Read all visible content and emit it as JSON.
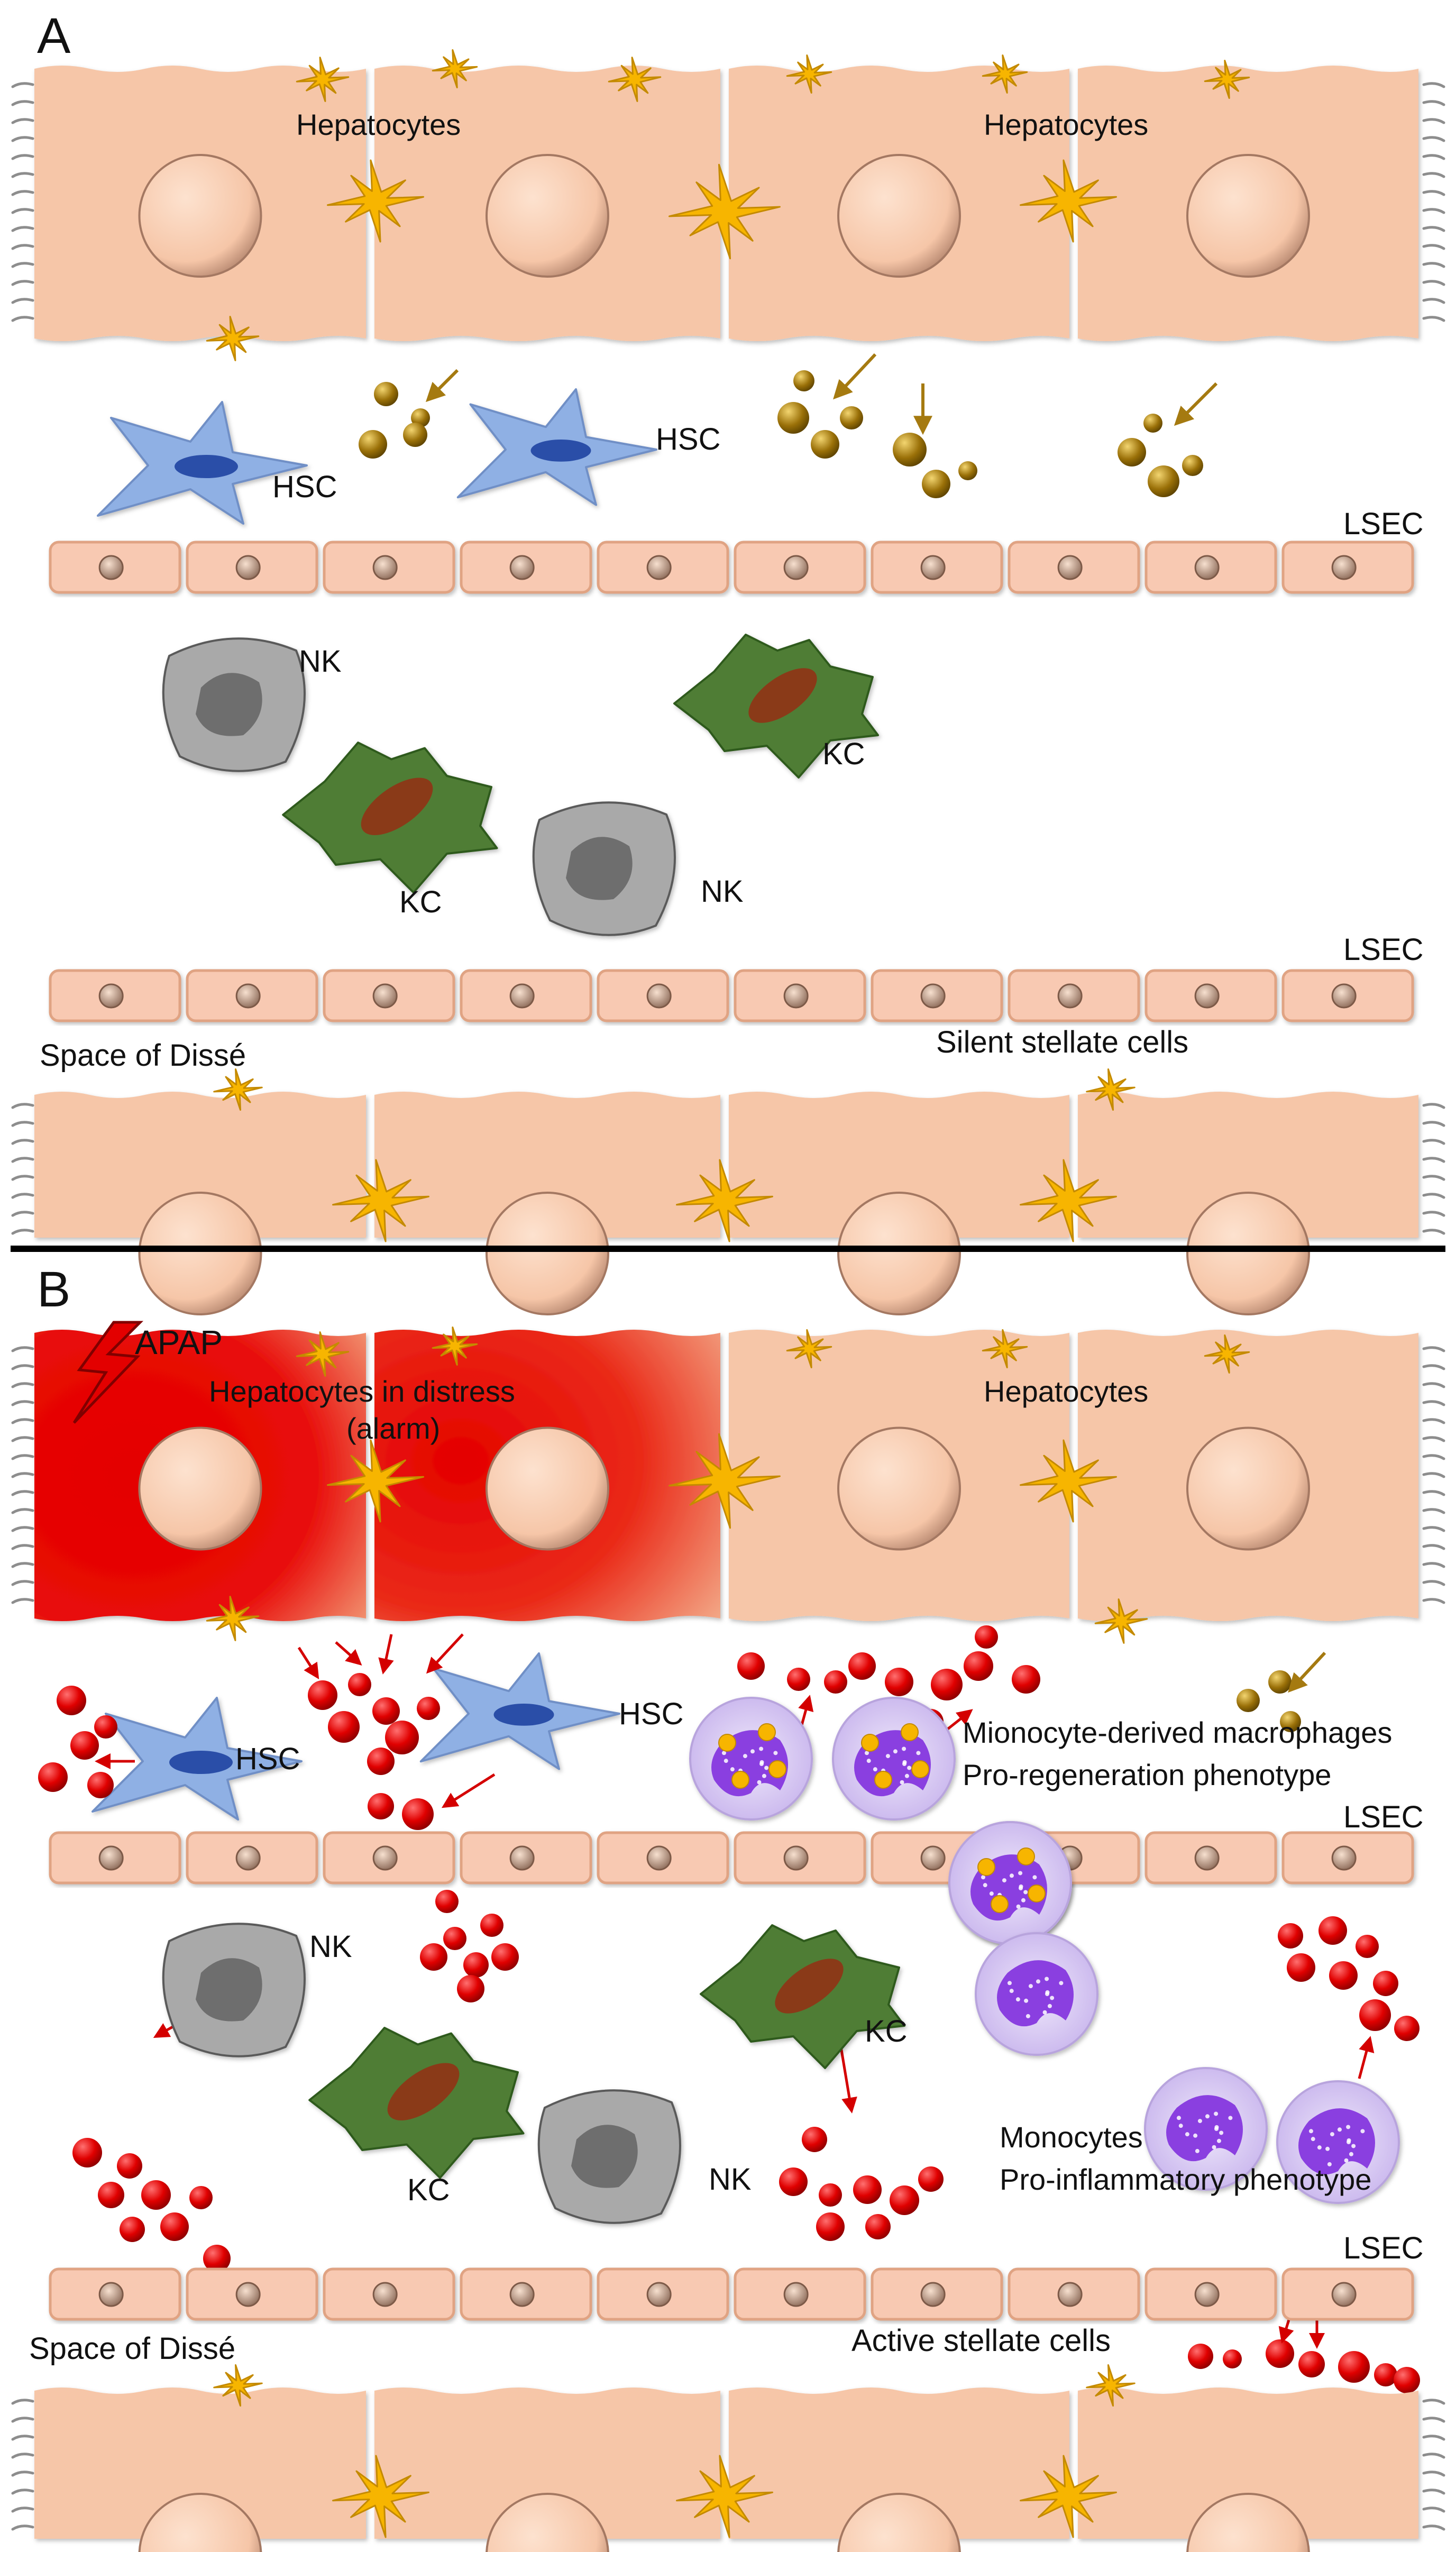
{
  "panel_a": {
    "letter": "A",
    "hepatocytes_label_left": "Hepatocytes",
    "hepatocytes_label_right": "Hepatocytes",
    "hsc_label_1": "HSC",
    "hsc_label_2": "HSC",
    "lsec_label_top": "LSEC",
    "nk_label_1": "NK",
    "kc_label_1": "KC",
    "kc_label_2": "KC",
    "nk_label_2": "NK",
    "lsec_label_bottom": "LSEC",
    "space_label": "Space of Dissé",
    "stellate_label": "Silent stellate cells"
  },
  "panel_b": {
    "letter": "B",
    "apap_label": "APAP",
    "distress_label_line1": "Hepatocytes in distress",
    "distress_label_line2": "(alarm)",
    "hepatocytes_label": "Hepatocytes",
    "hsc_label_1": "HSC",
    "hsc_label_2": "HSC",
    "macrophage_label_line1": "Mionocyte-derived macrophages",
    "macrophage_label_line2": "Pro-regeneration phenotype",
    "lsec_label_top": "LSEC",
    "nk_label": "NK",
    "kc_label_1": "KC",
    "kc_label_2": "KC",
    "nk_label_2": "NK",
    "monocyte_label_line1": "Monocytes",
    "monocyte_label_line2": "Pro-inflammatory phenotype",
    "lsec_label_bottom": "LSEC",
    "space_label": "Space of Dissé",
    "stellate_label": "Active stellate cells"
  },
  "colors": {
    "hepatocyte": "#f6c6a8",
    "hepatocyte_distress": "#e8000a",
    "nucleus": "#f9d2b8",
    "stellate": "#f7b500",
    "hsc": "#8fb0e4",
    "hsc_nucleus": "#2a4ea8",
    "lsec": "#f8c9b2",
    "nk": "#a9a9a9",
    "nk_nucleus": "#6e6e6e",
    "kc": "#4f7d35",
    "kc_nucleus": "#8a3a18",
    "particle_gold": "#a57a10",
    "alarmin": "#e00000",
    "monocyte": "#8a3fe0",
    "divider": "#000000"
  }
}
